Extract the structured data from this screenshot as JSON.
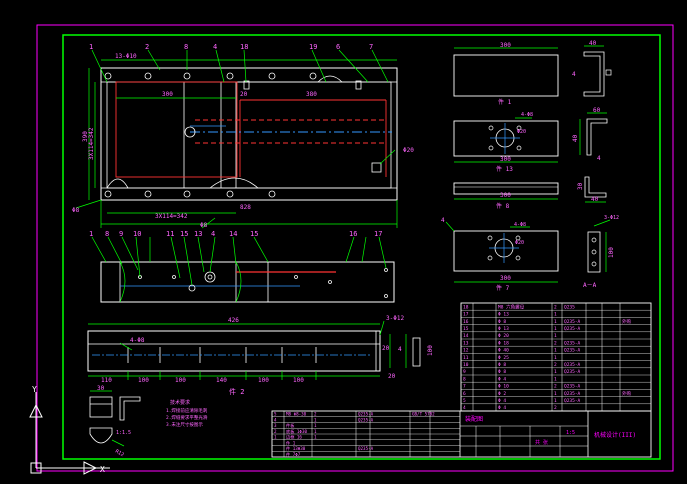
{
  "drawing": {
    "colors": {
      "background": "#000000",
      "frame": "#ff00ff",
      "border": "#00ff00",
      "outline": "#ffffff",
      "dimension": "#00ff00",
      "hidden": "#ff3333",
      "center": "#3399ff",
      "leader": "#00ff00",
      "text": "#ff66ff",
      "title_text": "#ff00ff"
    },
    "main_view": {
      "balloons_top": [
        "1",
        "2",
        "8",
        "4",
        "18",
        "19",
        "6",
        "7"
      ],
      "dims_top": [
        "13-Φ10",
        "300",
        "380",
        "20"
      ],
      "dims_left": [
        "3X114=342",
        "390"
      ],
      "dims_bottom": [
        "3X114=342",
        "828"
      ],
      "leaders": [
        "Φ8",
        "Φ20",
        "Φ8"
      ]
    },
    "section_view": {
      "balloons": [
        "1",
        "8",
        "9",
        "10",
        "11",
        "15",
        "13",
        "4",
        "14",
        "15",
        "16",
        "17"
      ]
    },
    "bottom_plate": {
      "dims": [
        "426",
        "4-Φ8",
        "3-Φ12",
        "110",
        "100",
        "100",
        "140",
        "100",
        "100",
        "20",
        "20",
        "100",
        "4"
      ],
      "label": "件 2"
    },
    "part_views": [
      {
        "dim_top": "300",
        "label": "件 1"
      },
      {
        "dim_top": "40",
        "side": "4",
        "label": ""
      },
      {
        "dim_top": "4-Φ8",
        "dim_hole": "Φ20",
        "dim_bottom": "300",
        "label": "件 13"
      },
      {
        "dim_top": "60",
        "dim_side": "40",
        "side": "4",
        "label": ""
      },
      {
        "dim_top": "300",
        "label": "件 8"
      },
      {
        "dim_top": "40",
        "dim_side": "30",
        "label": ""
      },
      {
        "dim_top": "4-Φ8",
        "dim_hole": "Φ20",
        "dim_bottom": "300",
        "side": "4",
        "label": "件 7"
      },
      {
        "dim_top": "3-Φ12",
        "dim_side": "100",
        "label": "A－A"
      }
    ],
    "small_parts": {
      "dim": "30",
      "note_title": "技术要求",
      "note_lines": [
        "1.焊接前应清除毛刺",
        "2.焊缝要求平整光滑",
        "3.未注尺寸按图示"
      ],
      "scale_text": "1:1.5",
      "label_r": "R12"
    },
    "bom": {
      "rows": [
        [
          "18",
          "",
          "M8 六角螺母",
          "2",
          "Q235",
          "",
          ""
        ],
        [
          "17",
          "",
          "Φ 13",
          "1",
          "",
          "",
          ""
        ],
        [
          "16",
          "",
          "Φ 8",
          "1",
          "Q235-A",
          "",
          "外购"
        ],
        [
          "15",
          "",
          "Φ 13",
          "1",
          "Q235-A",
          "",
          ""
        ],
        [
          "14",
          "",
          "Φ 20",
          "1",
          "",
          "",
          ""
        ],
        [
          "13",
          "",
          "Φ 18",
          "2",
          "Q235-A",
          "",
          ""
        ],
        [
          "12",
          "",
          "Φ 40",
          "1",
          "Q235-A",
          "",
          ""
        ],
        [
          "11",
          "",
          "Φ 25",
          "1",
          "",
          "",
          ""
        ],
        [
          "10",
          "",
          "Φ 8",
          "2",
          "Q235-A",
          "",
          ""
        ],
        [
          "9",
          "",
          "Φ 8",
          "1",
          "Q235-A",
          "",
          ""
        ],
        [
          "8",
          "",
          "Φ 4",
          "1",
          "",
          "",
          ""
        ],
        [
          "7",
          "",
          "Φ 10",
          "2",
          "Q235-A",
          "",
          ""
        ],
        [
          "6",
          "",
          "Φ 2",
          "1",
          "Q235-A",
          "",
          "外购"
        ],
        [
          "5",
          "",
          "Φ 4",
          "1",
          "Q235-A",
          "",
          ""
        ],
        [
          "4",
          "",
          "Φ 4",
          "2",
          "",
          "",
          ""
        ]
      ],
      "lower_rows": [
        [
          "5",
          "M8 Φ8-30",
          "2",
          "Q235-A",
          "",
          "GB/T 5782"
        ],
        [
          "4",
          "",
          "1",
          "Q235-A",
          "",
          ""
        ],
        [
          "3",
          "件板",
          "1",
          "",
          "",
          ""
        ],
        [
          "2",
          "底板 1Φ30",
          "1",
          "",
          "",
          ""
        ],
        [
          "1",
          "边框 16",
          "1",
          "",
          "",
          ""
        ],
        [
          "",
          "件 1",
          "",
          "",
          "",
          ""
        ],
        [
          "",
          "件 13Φ30",
          "",
          "Q235-A",
          "",
          ""
        ],
        [
          "",
          "件 7Φ7",
          "",
          "",
          "",
          ""
        ]
      ],
      "title_block": {
        "label_left": "装配图",
        "title_right": "机械设计(III)",
        "scale": "1:5",
        "sheet": "共 张"
      }
    }
  }
}
